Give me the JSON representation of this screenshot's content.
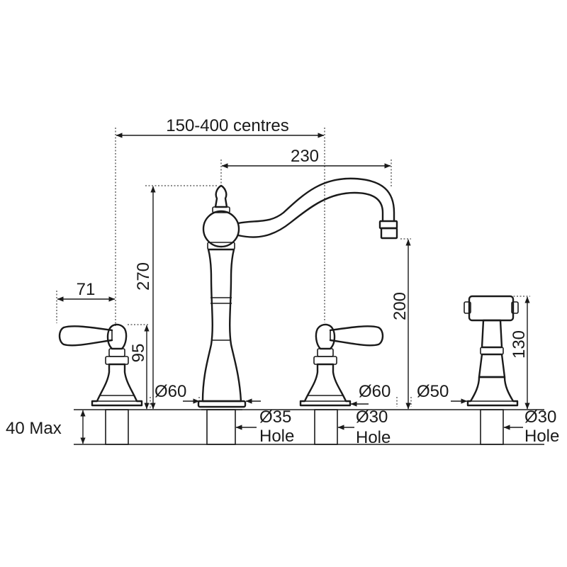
{
  "labels": {
    "centres": "150-400 centres",
    "reach": "230",
    "spout_height": "270",
    "outlet_height": "200",
    "handle_width": "71",
    "handle_height": "95",
    "spray_height": "130",
    "deck_thickness": "40 Max",
    "spout_base_dia": "Ø60",
    "valve_base_dia": "Ø60",
    "spray_base_dia": "Ø50",
    "spout_hole_dia": "Ø35",
    "spout_hole_word": "Hole",
    "valve_hole_dia": "Ø30",
    "valve_hole_word": "Hole",
    "spray_hole_dia": "Ø30",
    "spray_hole_word": "Hole"
  }
}
